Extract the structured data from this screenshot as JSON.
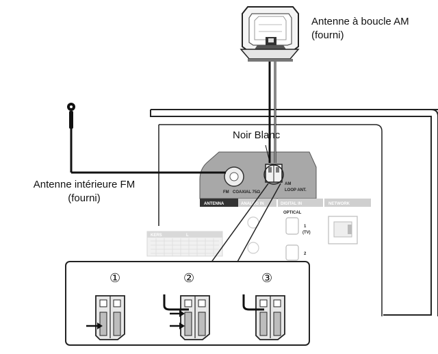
{
  "am_antenna": {
    "label_line1": "Antenne à boucle AM",
    "label_line2": "(fourni)",
    "icon": "am-loop-antenna-icon"
  },
  "fm_antenna": {
    "label_line1": "Antenne intérieure FM",
    "label_line2": "(fourni)",
    "icon": "fm-indoor-antenna-icon"
  },
  "wire_colors": {
    "black": "Noir",
    "white": "Blanc",
    "label": "Noir Blanc"
  },
  "panel": {
    "fm_terminal": "FM",
    "fm_terminal_sub": "COAXIAL 75Ω",
    "am_terminal": "AM",
    "am_terminal_sub": "LOOP ANT.",
    "section_label": "ANTENNA",
    "analog_label": "ANALOG IN",
    "digital_label": "DIGITAL IN",
    "digital_sub": "OPTICAL",
    "network_label": "NETWORK",
    "speaker_label": "KERS",
    "port_1": "1",
    "port_1_sub": "(TV)",
    "port_2": "2",
    "speaker_sub": "L"
  },
  "steps": [
    {
      "number": "①"
    },
    {
      "number": "②"
    },
    {
      "number": "③"
    }
  ],
  "colors": {
    "panel_gray": "#a8a8a8",
    "outline": "#222222",
    "background": "#ffffff"
  }
}
